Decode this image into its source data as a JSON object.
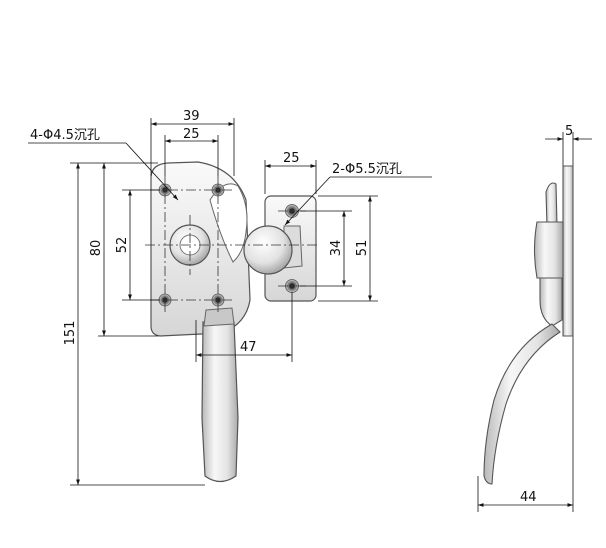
{
  "notes": {
    "countersink_plate": "4-Φ4.5沉孔",
    "countersink_keeper": "2-Φ5.5沉孔"
  },
  "dimensions": {
    "plate_width": "39",
    "plate_hole_spacing": "25",
    "keeper_width": "25",
    "side_thickness": "5",
    "overall_height": "151",
    "plate_height": "80",
    "plate_hole_pitch": "52",
    "handle_to_keeper": "47",
    "keeper_hole_pitch": "34",
    "keeper_height": "51",
    "side_depth": "44"
  },
  "colors": {
    "metal_light": "#f4f4f4",
    "metal_mid": "#d8d8d8",
    "metal_dark": "#9a9a9a",
    "line": "#111111"
  }
}
